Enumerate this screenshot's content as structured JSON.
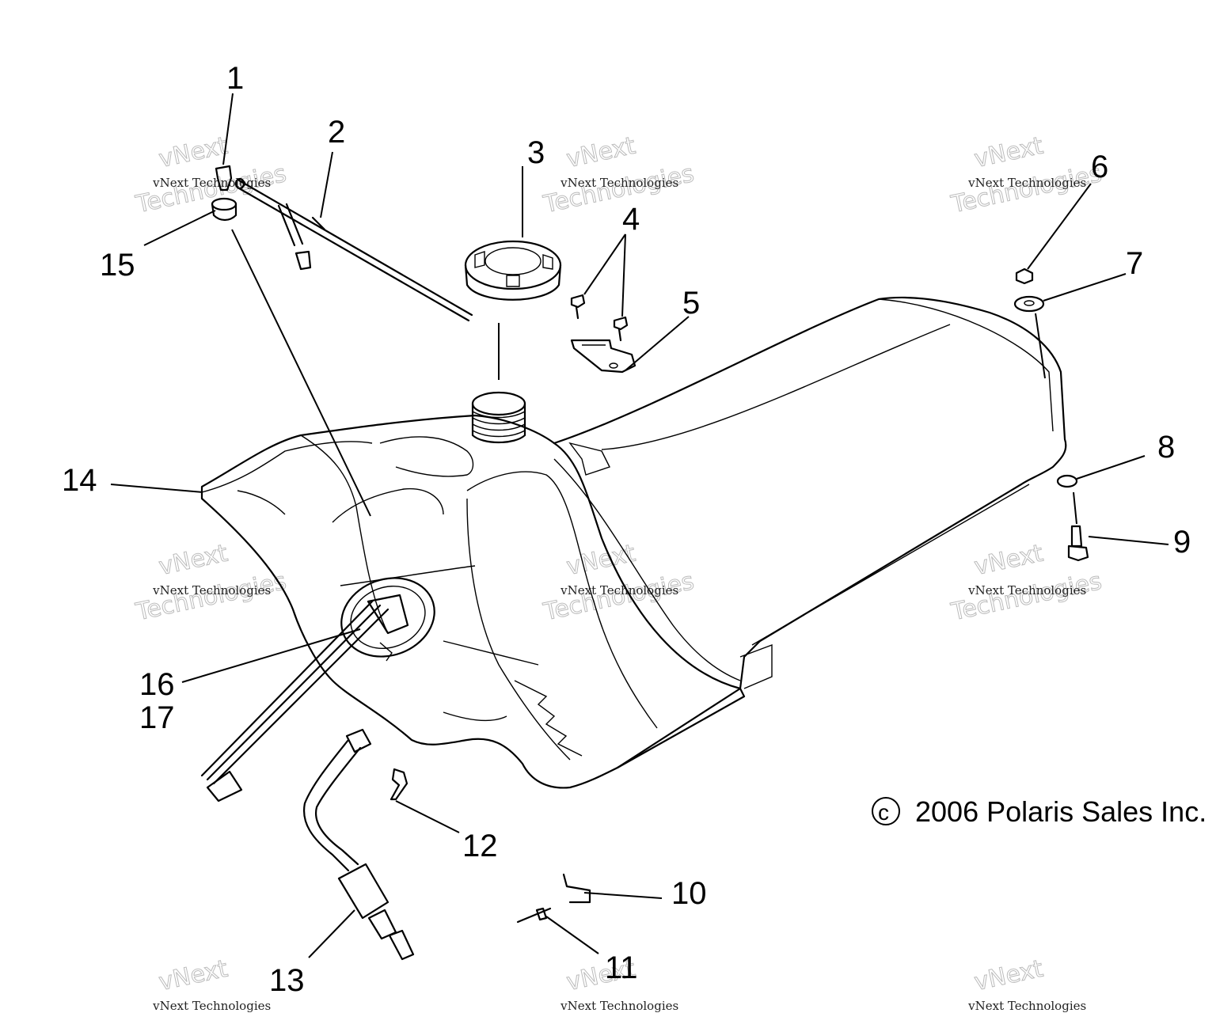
{
  "diagram": {
    "callouts": [
      {
        "label": "1"
      },
      {
        "label": "2"
      },
      {
        "label": "3"
      },
      {
        "label": "4"
      },
      {
        "label": "5"
      },
      {
        "label": "6"
      },
      {
        "label": "7"
      },
      {
        "label": "8"
      },
      {
        "label": "9"
      },
      {
        "label": "10"
      },
      {
        "label": "11"
      },
      {
        "label": "12"
      },
      {
        "label": "13"
      },
      {
        "label": "14"
      },
      {
        "label": "15"
      },
      {
        "label": "16"
      },
      {
        "label": "17"
      }
    ],
    "copyright": "2006 Polaris Sales Inc.",
    "copyright_symbol": "c",
    "watermark": {
      "line1": "vNext Technologies",
      "line2": "Technologies",
      "line3": "vNext"
    }
  }
}
